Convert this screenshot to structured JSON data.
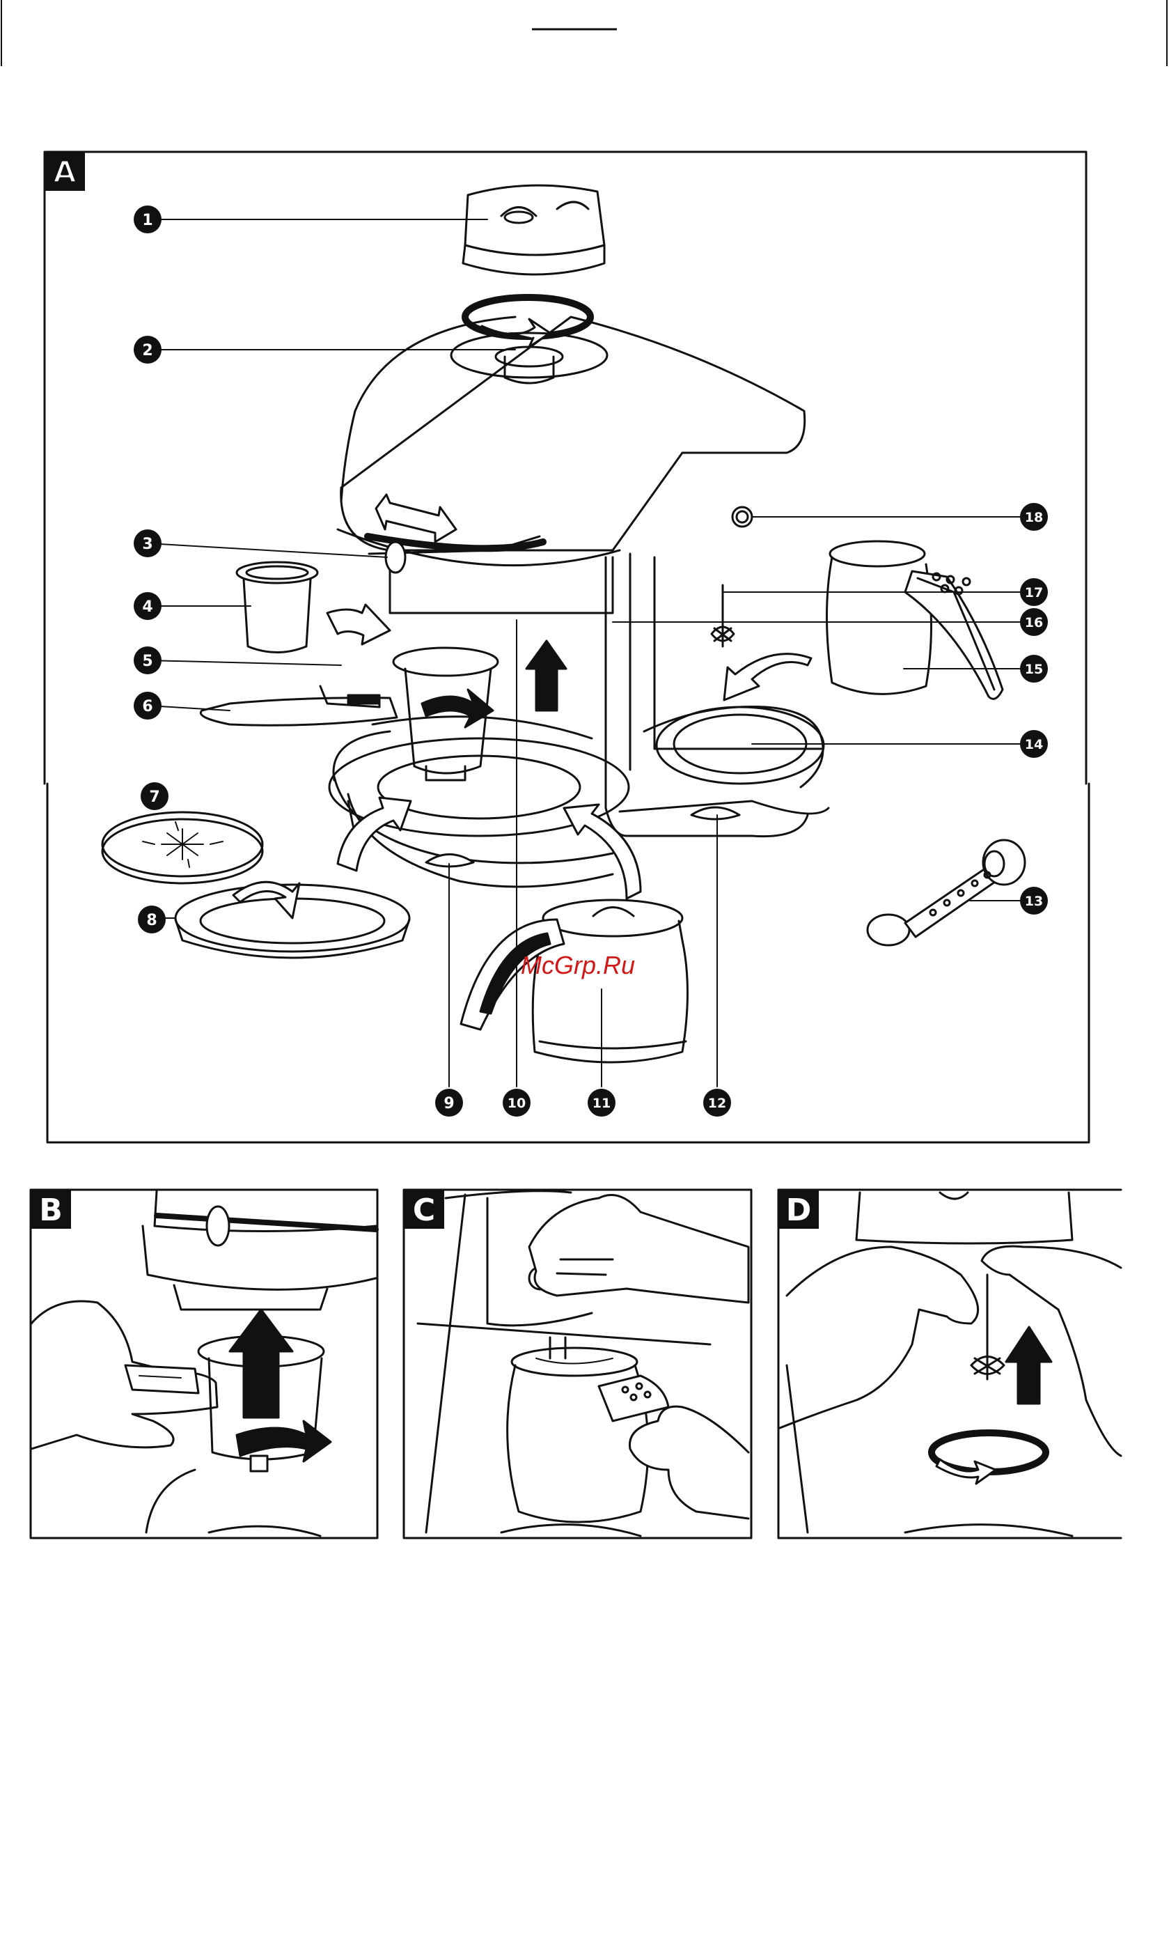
{
  "panels": {
    "a": "A",
    "b": "B",
    "c": "C",
    "d": "D"
  },
  "callouts": [
    "1",
    "2",
    "3",
    "4",
    "5",
    "6",
    "7",
    "8",
    "9",
    "10",
    "11",
    "12",
    "13",
    "14",
    "15",
    "16",
    "17",
    "18"
  ],
  "watermark": "McGrp.Ru",
  "colors": {
    "ink": "#111111",
    "paper": "#ffffff",
    "watermark": "#d01818"
  }
}
